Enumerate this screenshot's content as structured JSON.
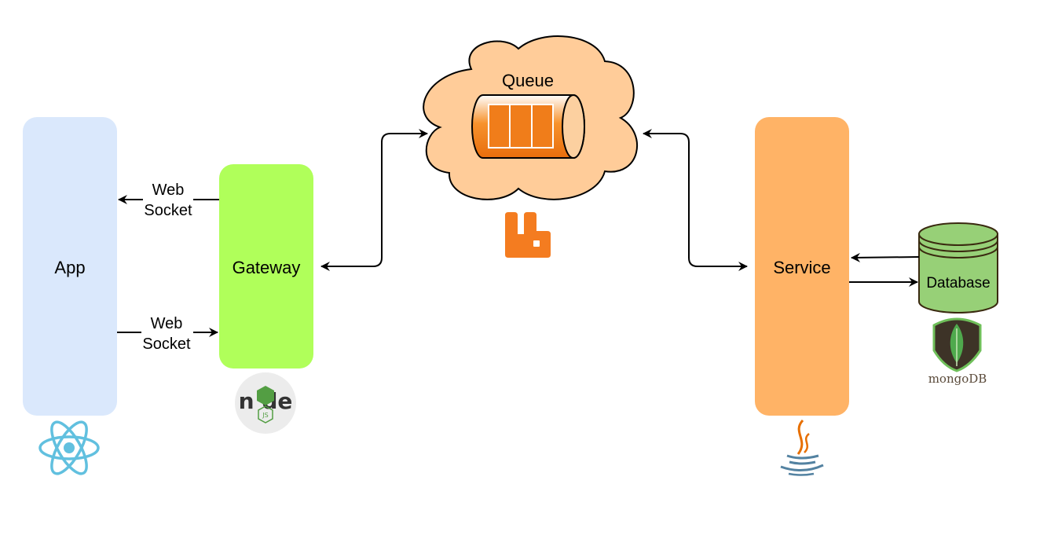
{
  "diagram": {
    "nodes": {
      "app": {
        "label": "App",
        "fill": "#dae8fc"
      },
      "gateway": {
        "label": "Gateway",
        "fill": "#b0ff5a"
      },
      "queue": {
        "label": "Queue",
        "fill": "#ffcc99",
        "bar_fill": "#f07d1a"
      },
      "service": {
        "label": "Service",
        "fill": "#ffb366"
      },
      "database": {
        "label": "Database",
        "fill": "#97d077",
        "stroke": "#3a2a10"
      }
    },
    "edges": {
      "gateway_to_app": {
        "label_line1": "Web",
        "label_line2": "Socket"
      },
      "app_to_gateway": {
        "label_line1": "Web",
        "label_line2": "Socket"
      }
    },
    "logos": {
      "react": {
        "icon": "react-logo",
        "color": "#61c0df"
      },
      "node": {
        "icon": "nodejs-logo",
        "color": "#539e43"
      },
      "rabbitmq": {
        "icon": "rabbitmq-logo",
        "color": "#f47c20"
      },
      "java": {
        "icon": "java-logo",
        "color": "#e76f00"
      },
      "mongodb": {
        "icon": "mongodb-logo",
        "text": "mongoDB",
        "color": "#4fa94d"
      }
    }
  }
}
